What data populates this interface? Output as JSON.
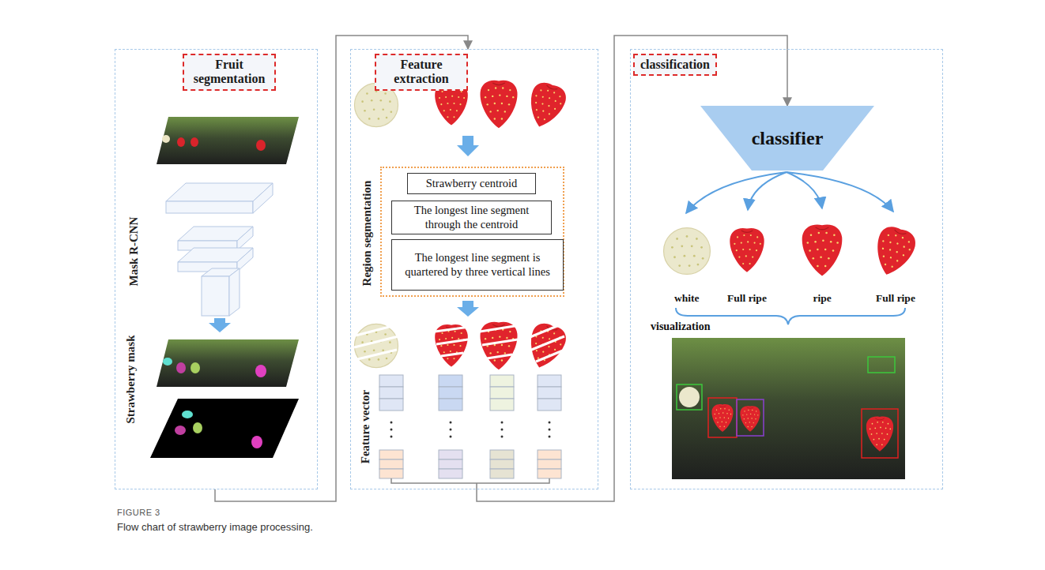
{
  "diagram": {
    "caption": "Flow chart of strawberry image processing.",
    "nodes": [
      {
        "text": [
          "Fruit segmentation"
        ]
      },
      {
        "text": [
          "Feature extraction"
        ]
      },
      {
        "text": [
          "classification"
        ]
      },
      {
        "text": [
          "Region segmentation"
        ],
        "in": 1
      },
      {
        "text": [
          "Strawberry centroid"
        ],
        "in": 3
      },
      {
        "text": [
          "The longest line segment through the centroid"
        ],
        "in": 3
      },
      {
        "text": [
          "The longest line segment is quartered by three vertical lines"
        ],
        "in": 3
      },
      {
        "text": [
          "classifier"
        ],
        "in": 2
      }
    ],
    "edges": [
      {
        "from": 0,
        "to": 1,
        "arrow": "to"
      },
      {
        "from": 1,
        "to": 7,
        "arrow": "to"
      }
    ],
    "labels": [
      "Mask R-CNN",
      "Strawberry mask",
      "Feature vector",
      "white",
      "Full ripe",
      "ripe",
      "Full ripe",
      "visualization",
      "FIGURE 3"
    ]
  }
}
